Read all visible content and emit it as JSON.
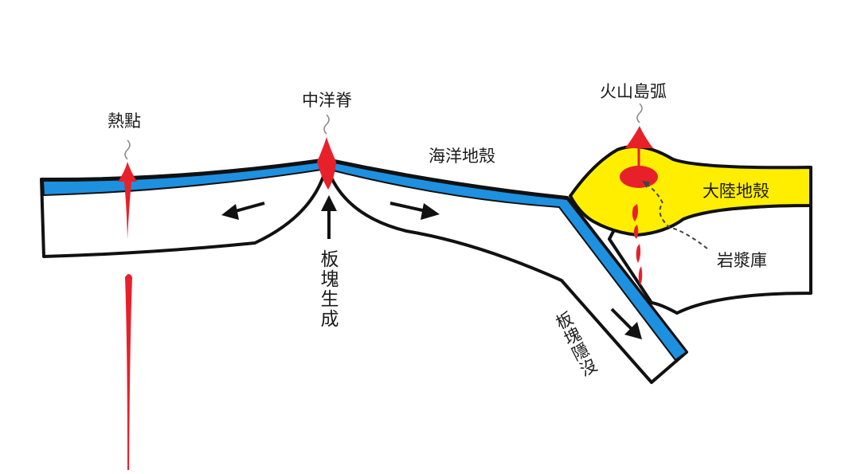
{
  "labels": {
    "hotspot": "熱點",
    "ridge": "中洋脊",
    "oceanic_crust": "海洋地殼",
    "island_arc": "火山島弧",
    "continental_crust": "大陸地殼",
    "magma_chamber": "岩漿庫",
    "plate_creation": "板塊生成",
    "subduction": "板塊隱沒"
  },
  "colors": {
    "oceanic_crust": "#1e90e0",
    "continental_crust": "#ffee00",
    "magma": "#e8202a",
    "outline": "#111111",
    "plate_fill": "#ffffff"
  },
  "icons": [
    "smoke-wisp-icon",
    "arrow-left-icon",
    "arrow-right-icon",
    "arrow-up-icon",
    "arrow-down-right-icon"
  ]
}
